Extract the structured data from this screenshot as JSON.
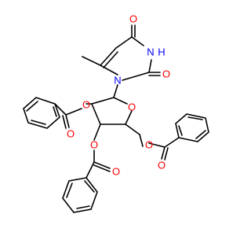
{
  "structure": {
    "colors": {
      "bond": "#000000",
      "oxygen": "#ff0000",
      "nitrogen": "#0000ff",
      "carbon": "#000000"
    },
    "labels": {
      "ring_carbonyl_top": "O",
      "ring_nh": "N",
      "ring_nh_h": "H",
      "ring_carbonyl_right": "O",
      "ring_n1": "N",
      "ester_o_left": "O",
      "ester_carbonyl_o_left": "O",
      "ring_oxygen": "O",
      "ester_o_bottom": "O",
      "ester_carbonyl_o_bottom": "O",
      "ester_o_right": "O",
      "ester_carbonyl_o_right": "O"
    }
  }
}
